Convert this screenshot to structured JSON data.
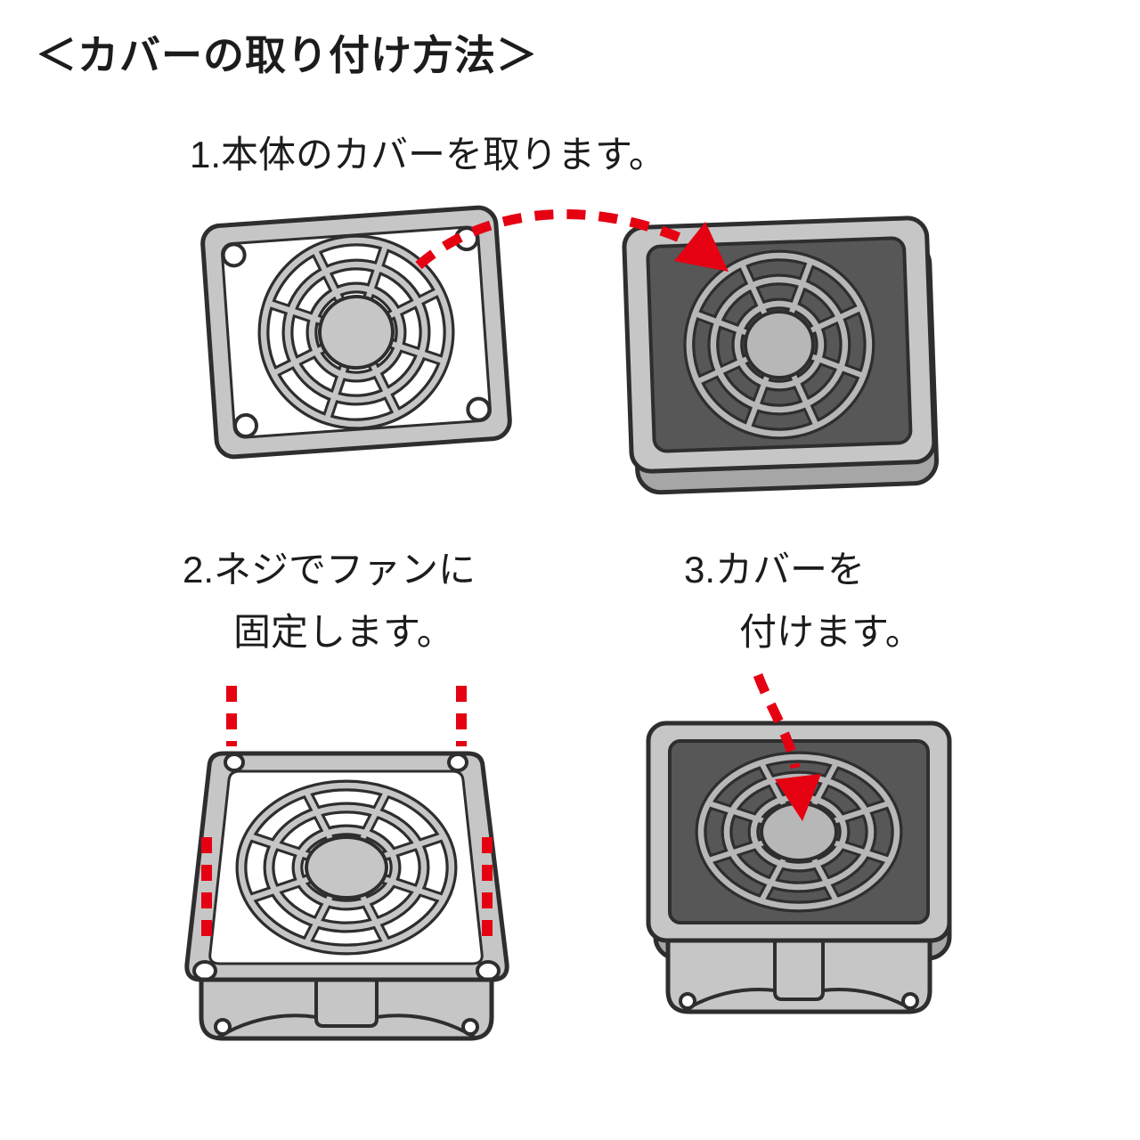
{
  "title": "＜カバーの取り付け方法＞",
  "steps": {
    "step1": {
      "label": "1.本体のカバーを取ります。"
    },
    "step2": {
      "line1": "2.ネジでファンに",
      "line2": "固定します。"
    },
    "step3": {
      "line1": "3.カバーを",
      "line2": "付けます。"
    }
  },
  "colors": {
    "accent_red": "#e50012",
    "plastic_light": "#c6c6c6",
    "plastic_side": "#a6a6a6",
    "fan_interior_dark": "#575757",
    "outline": "#2e2e2e",
    "background": "#ffffff",
    "text": "#1c1c1c"
  }
}
